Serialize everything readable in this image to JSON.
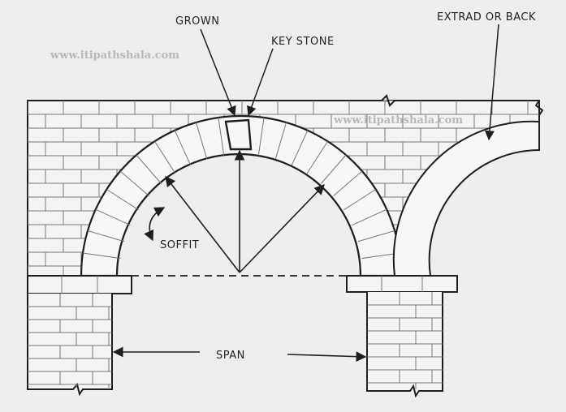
{
  "labels": {
    "crown": "GROWN",
    "key_stone": "KEY STONE",
    "extrados": "EXTRAD OR BACK",
    "soffit": "SOFFIT",
    "span": "SPAN"
  },
  "watermarks": [
    "www.itipathshala.com",
    "www.itipathshala.com"
  ],
  "colors": {
    "paper": "#eeeeec",
    "ink": "#1e1e1e",
    "wall_fill": "#f4f4f2",
    "brick_line": "#777777",
    "watermark": "#b8b8b8"
  }
}
